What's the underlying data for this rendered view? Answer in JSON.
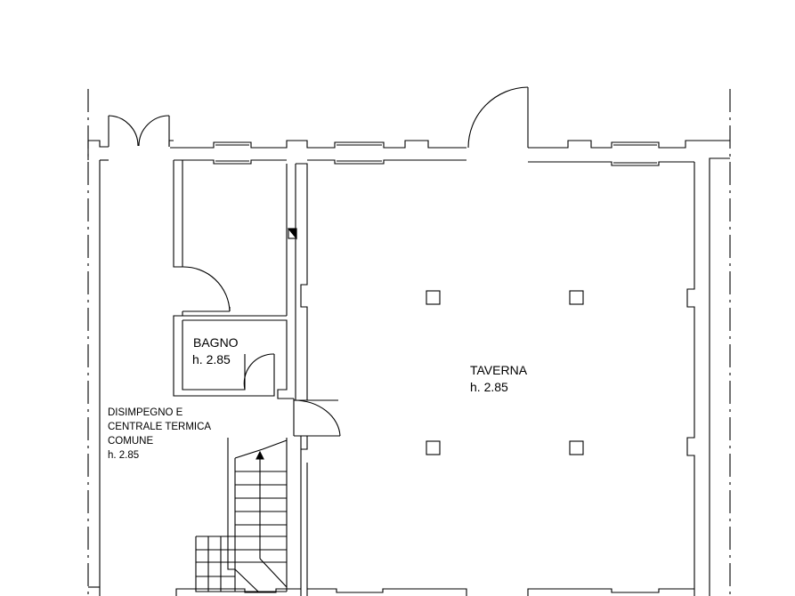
{
  "plan": {
    "line_color": "#000000",
    "background": "#ffffff",
    "rooms": [
      {
        "id": "bagno",
        "name": "BAGNO",
        "height": "h. 2.85"
      },
      {
        "id": "taverna",
        "name": "TAVERNA",
        "height": "h. 2.85"
      },
      {
        "id": "disimpegno",
        "name_lines": [
          "DISIMPEGNO E",
          "CENTRALE TERMICA",
          "COMUNE"
        ],
        "height": "h. 2.85"
      }
    ],
    "symbols": {
      "pillars": 4,
      "stair_direction": "up-arrow-icon",
      "shaft": "diagonal-square-icon"
    }
  }
}
